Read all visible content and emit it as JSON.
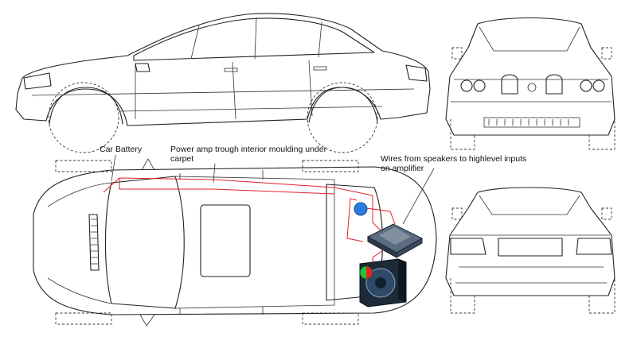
{
  "labels": {
    "battery": "Car Battery",
    "amp_line1": "Power amp trough interior moulding under",
    "amp_line2": "carpet",
    "wires_line1": "Wires from speakers to highlevel inputs",
    "wires_line2": "on amplifier"
  },
  "colors": {
    "wire": "#e0202a",
    "speaker_blue": "#2a7de1",
    "sub_green": "#22c33a",
    "sub_red": "#e8202a",
    "amp_body": "#2b3a4a",
    "line_art": "#222222"
  },
  "views": [
    "side-view",
    "front-view",
    "top-view",
    "rear-view"
  ]
}
